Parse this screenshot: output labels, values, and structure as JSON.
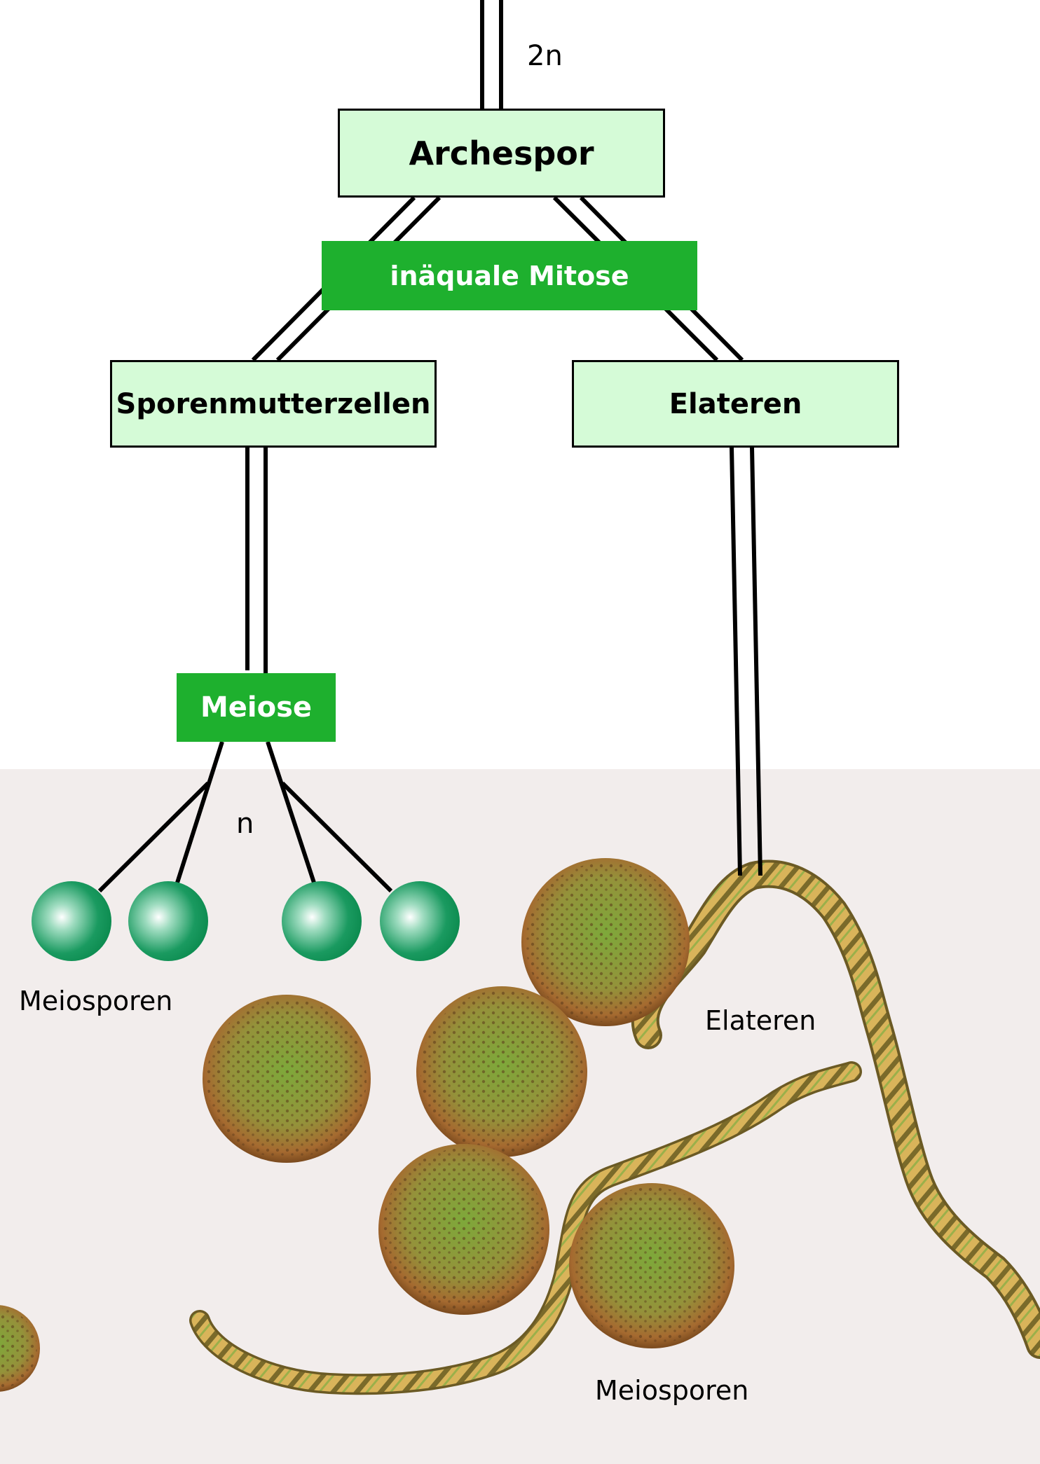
{
  "diagram": {
    "ploidy_top": "2n",
    "ploidy_bottom": "n",
    "nodes": {
      "archespor": "Archespor",
      "mitosis": "inäquale Mitose",
      "spore_mother_cells": "Sporenmutterzellen",
      "elaters": "Elateren",
      "meiosis": "Meiose"
    },
    "labels": {
      "meiospores_schematic": "Meiosporen",
      "elaters_photo": "Elateren",
      "meiospores_photo": "Meiosporen"
    },
    "meiospore_count": 4
  },
  "colors": {
    "light_box": "#d5fbd7",
    "dark_box": "#1eb02e",
    "sphere": "#0f8f55",
    "photo_background": "#f2edec",
    "spore_wall": "#a0622a",
    "spore_interior": "#8aa43a",
    "elater": "#c59a3e"
  }
}
